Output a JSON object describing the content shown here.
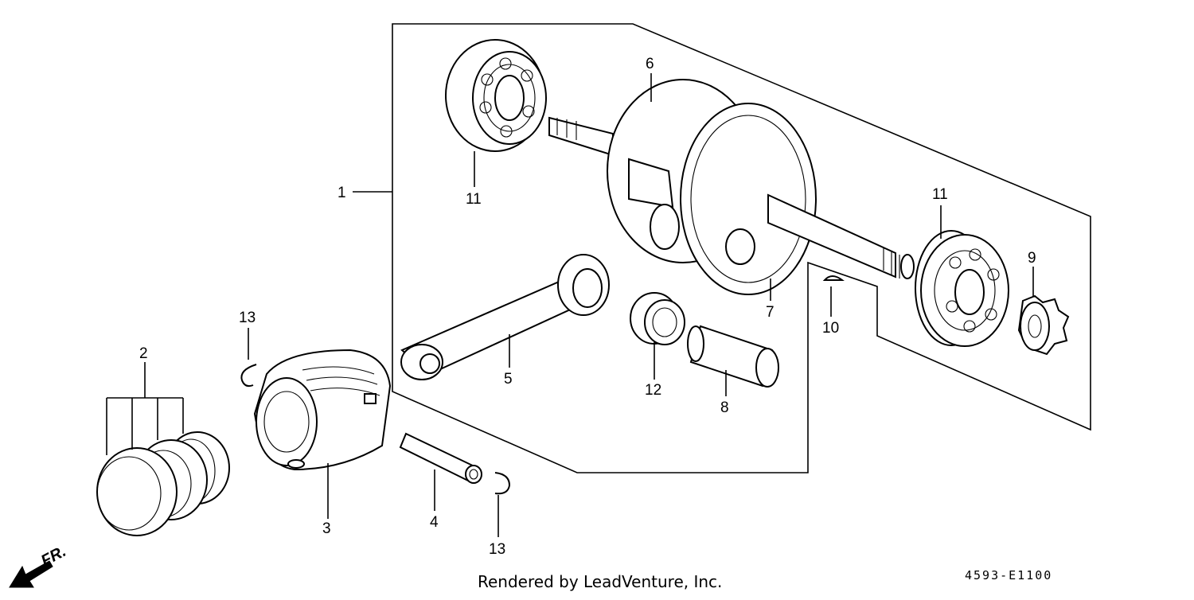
{
  "diagram": {
    "callouts": [
      {
        "id": "1",
        "label": "1"
      },
      {
        "id": "2",
        "label": "2"
      },
      {
        "id": "3",
        "label": "3"
      },
      {
        "id": "4",
        "label": "4"
      },
      {
        "id": "5",
        "label": "5"
      },
      {
        "id": "6",
        "label": "6"
      },
      {
        "id": "7",
        "label": "7"
      },
      {
        "id": "8",
        "label": "8"
      },
      {
        "id": "9",
        "label": "9"
      },
      {
        "id": "10",
        "label": "10"
      },
      {
        "id": "11a",
        "label": "11"
      },
      {
        "id": "11b",
        "label": "11"
      },
      {
        "id": "12",
        "label": "12"
      },
      {
        "id": "13a",
        "label": "13"
      },
      {
        "id": "13b",
        "label": "13"
      }
    ],
    "front_indicator": "FR.",
    "credit": "Rendered by LeadVenture, Inc.",
    "drawing_code": "4593-E1100"
  }
}
